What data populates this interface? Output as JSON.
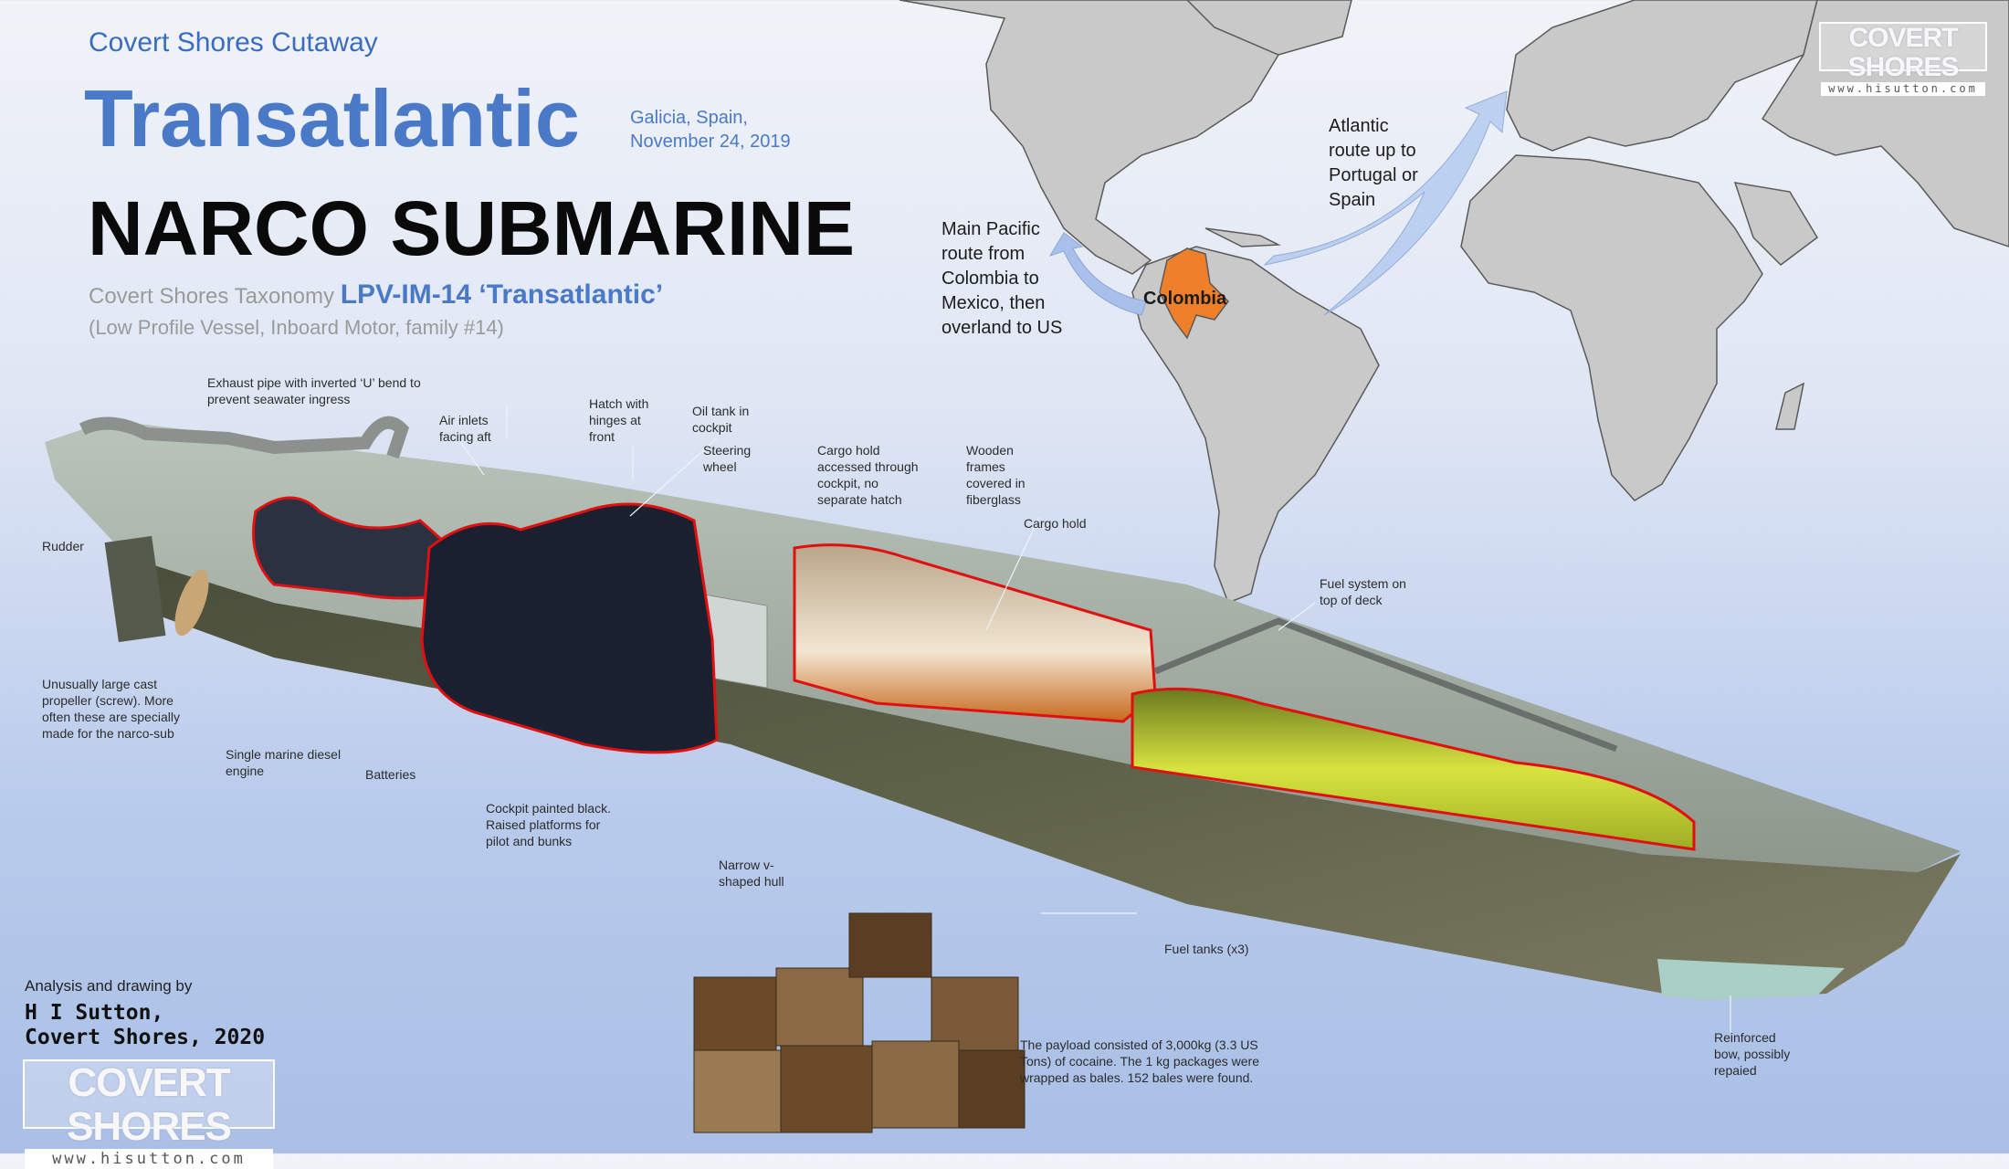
{
  "header": {
    "kicker": "Covert Shores Cutaway",
    "title": "Transatlantic",
    "location": "Galicia, Spain,",
    "date": "November 24, 2019",
    "subtitle": "NARCO SUBMARINE",
    "taxonomy_prefix": "Covert Shores Taxonomy",
    "taxonomy_code": "LPV-IM-14 ‘Transatlantic’",
    "taxonomy_desc": "(Low Profile Vessel, Inboard Motor, family #14)"
  },
  "map": {
    "country_label": "Colombia",
    "pacific_route": "Main Pacific\nroute from\nColombia to\nMexico, then\noverland to US",
    "atlantic_route": "Atlantic\nroute up to\nPortugal or\nSpain",
    "colors": {
      "land": "#c9c9c9",
      "border": "#5a5a5a",
      "colombia": "#f07f2a",
      "route": "#a9c1ea"
    }
  },
  "labels": {
    "exhaust": "Exhaust pipe with inverted ‘U’ bend to\nprevent seawater ingress",
    "air_inlets": "Air inlets\nfacing aft",
    "hatch": "Hatch with\nhinges at\nfront",
    "oil_tank": "Oil tank in\ncockpit",
    "steering": "Steering\nwheel",
    "cargo_access": "Cargo hold\naccessed through\ncockpit, no\nseparate hatch",
    "wooden_frames": "Wooden\nframes\ncovered in\nfiberglass",
    "cargo_hold": "Cargo hold",
    "rudder": "Rudder",
    "fuel_system": "Fuel system on\ntop of deck",
    "propeller": "Unusually large cast\npropeller (screw). More\noften these are specially\nmade for the narco-sub",
    "engine": "Single marine diesel\nengine",
    "batteries": "Batteries",
    "cockpit": "Cockpit painted black.\nRaised platforms for\npilot and bunks",
    "hull": "Narrow v-\nshaped hull",
    "fuel_tanks": "Fuel tanks (x3)",
    "bow": "Reinforced\nbow, possibly\nrepaied",
    "payload": "The payload consisted of 3,000kg (3.3 US\nTons) of cocaine. The 1 kg packages were\nwrapped as bales. 152 bales were found."
  },
  "credits": {
    "line1": "Analysis and drawing by",
    "author": "H I Sutton,\nCovert Shores, 2020"
  },
  "logo": {
    "name": "COVERT SHORES",
    "url": "www.hisutton.com"
  },
  "colors": {
    "accent": "#4a79c8",
    "cutaway_outline": "#e01010",
    "fuel": "#c8d83a"
  }
}
